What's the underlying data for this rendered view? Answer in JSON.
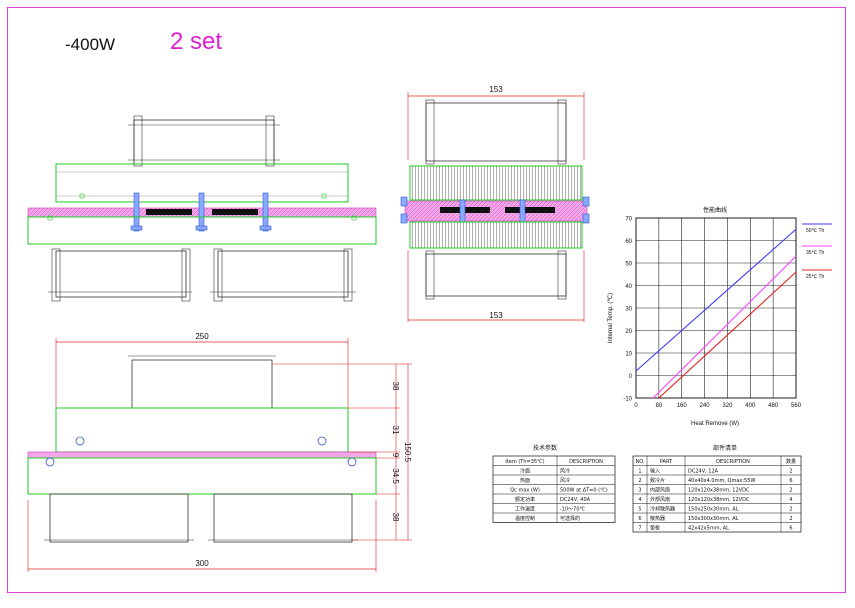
{
  "header": {
    "power": "-400W",
    "sets": "2 set"
  },
  "dimensions": {
    "side_width_top": "153",
    "side_width_bottom": "153",
    "top_width": "250",
    "bottom_width": "300",
    "h1": "38",
    "h2": "31",
    "h3": "9",
    "h4": "34.5",
    "h5": "38",
    "total": "150.5"
  },
  "chart_data": {
    "type": "line",
    "title": "性能曲线",
    "xlabel": "Heat Remove (W)",
    "ylabel": "Internal Temp. (℃)",
    "xlim": [
      0,
      560
    ],
    "ylim": [
      -10,
      70
    ],
    "xticks": [
      "0",
      "80",
      "160",
      "240",
      "320",
      "400",
      "480",
      "560"
    ],
    "yticks": [
      "-10",
      "0",
      "10",
      "20",
      "30",
      "40",
      "50",
      "60",
      "70"
    ],
    "grid": true,
    "legend": "right",
    "series": [
      {
        "name": "50℃ Th",
        "color": "#3a3aff",
        "x": [
          0,
          560
        ],
        "y": [
          2,
          65
        ]
      },
      {
        "name": "35℃ Th",
        "color": "#ff40ff",
        "x": [
          60,
          560
        ],
        "y": [
          -10,
          53
        ]
      },
      {
        "name": "25℃ Th",
        "color": "#e02020",
        "x": [
          80,
          560
        ],
        "y": [
          -10,
          46
        ]
      }
    ]
  },
  "spec_table": {
    "title": "技术参数",
    "headers": [
      "Item (Th=35℃)",
      "DESCRIPTION"
    ],
    "rows": [
      [
        "冷面",
        "风冷"
      ],
      [
        "热面",
        "风冷"
      ],
      [
        "Qc max (W)",
        "500W at ΔT=0 (℃)"
      ],
      [
        "额定功率",
        "DC24V, 40A"
      ],
      [
        "工作温度",
        "-10～70℃"
      ],
      [
        "温度控制",
        "可选择的"
      ]
    ]
  },
  "parts_table": {
    "title": "部件清单",
    "headers": [
      "NO.",
      "PART",
      "DESCRIPTION",
      "数量"
    ],
    "rows": [
      [
        "1",
        "输入",
        "DC24V, 12A",
        "2"
      ],
      [
        "2",
        "致冷片",
        "40x40x4.0mm, Qmax:55W",
        "6"
      ],
      [
        "3",
        "内部风扇",
        "120x120x38mm, 12VDC",
        "2"
      ],
      [
        "4",
        "外部风扇",
        "120x120x38mm, 12VDC",
        "4"
      ],
      [
        "5",
        "冷却散热器",
        "150x250x30mm, AL",
        "2"
      ],
      [
        "6",
        "散热器",
        "150x300x30mm, AL",
        "2"
      ],
      [
        "7",
        "垫板",
        "42x42x5mm, AL",
        "6"
      ]
    ]
  }
}
